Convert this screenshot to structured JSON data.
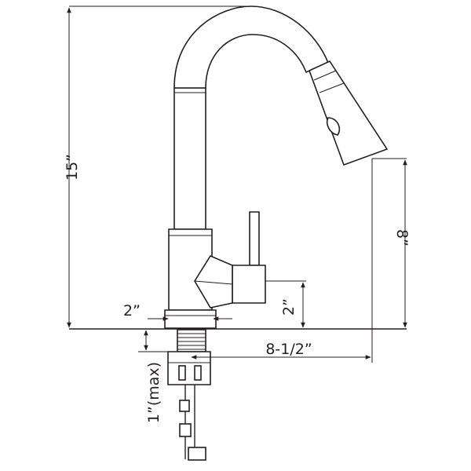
{
  "dimensions": {
    "total_height": "15”",
    "spout_height": "8”",
    "handle_offset": "2”",
    "base_width": "2”",
    "reach": "8-1/2”",
    "max_deck_thickness": "1”(max)"
  },
  "colors": {
    "line": "#231f20",
    "background": "#ffffff"
  }
}
